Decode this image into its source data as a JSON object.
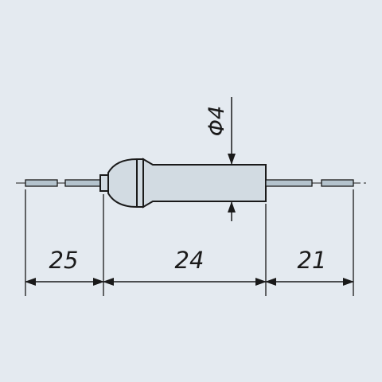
{
  "drawing": {
    "dimensions": {
      "left_lead": "25",
      "body": "24",
      "right_lead": "21",
      "diameter": "Φ4"
    },
    "colors": {
      "background": "#e4eaf0",
      "ink": "#1a1a1a",
      "lead_fill": "#b4c3cd"
    }
  }
}
